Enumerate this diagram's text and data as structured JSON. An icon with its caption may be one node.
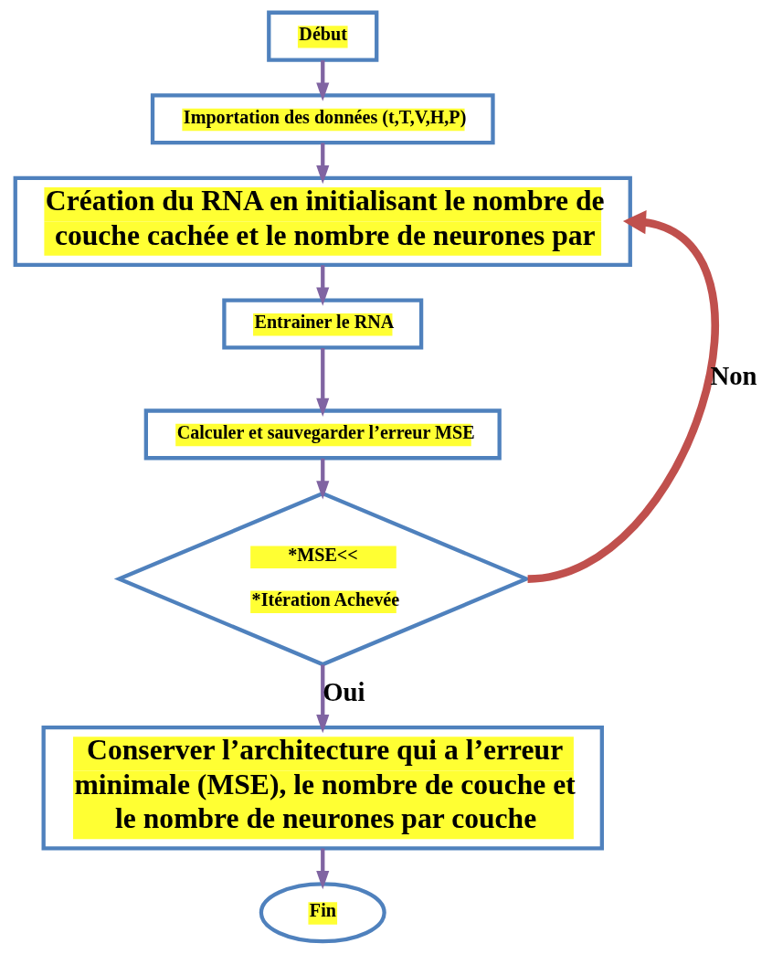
{
  "diagram": {
    "nodes": [
      {
        "text": [
          "Début"
        ]
      },
      {
        "text": [
          "Importation des données (t,T,V,H,P)"
        ]
      },
      {
        "text": [
          "Création du RNA en initialisant le nombre de couche cachée et le nombre de neurones par"
        ]
      },
      {
        "text": [
          "Entrainer le RNA"
        ]
      },
      {
        "text": [
          "Calculer et sauvegarder l’erreur MSE"
        ]
      },
      {
        "text": [
          "*MSE<<",
          "*Itération Achevée"
        ]
      },
      {
        "text": [
          "Conserver l’architecture qui a l’erreur minimale (MSE), le nombre de couche et le nombre de neurones par couche"
        ]
      },
      {
        "text": [
          "Fin"
        ]
      }
    ],
    "edges": [
      {
        "from": 0,
        "to": 1,
        "arrow": "to"
      },
      {
        "from": 1,
        "to": 2,
        "arrow": "to"
      },
      {
        "from": 2,
        "to": 3,
        "arrow": "to"
      },
      {
        "from": 3,
        "to": 4,
        "arrow": "to"
      },
      {
        "from": 4,
        "to": 5,
        "arrow": "to"
      },
      {
        "from": 5,
        "to": 6,
        "arrow": "to",
        "label": "Oui"
      },
      {
        "from": 6,
        "to": 7,
        "arrow": "to"
      },
      {
        "from": 5,
        "to": 2,
        "arrow": "to",
        "label": "Non",
        "style": "thick",
        "color": "#c0504d"
      }
    ]
  }
}
